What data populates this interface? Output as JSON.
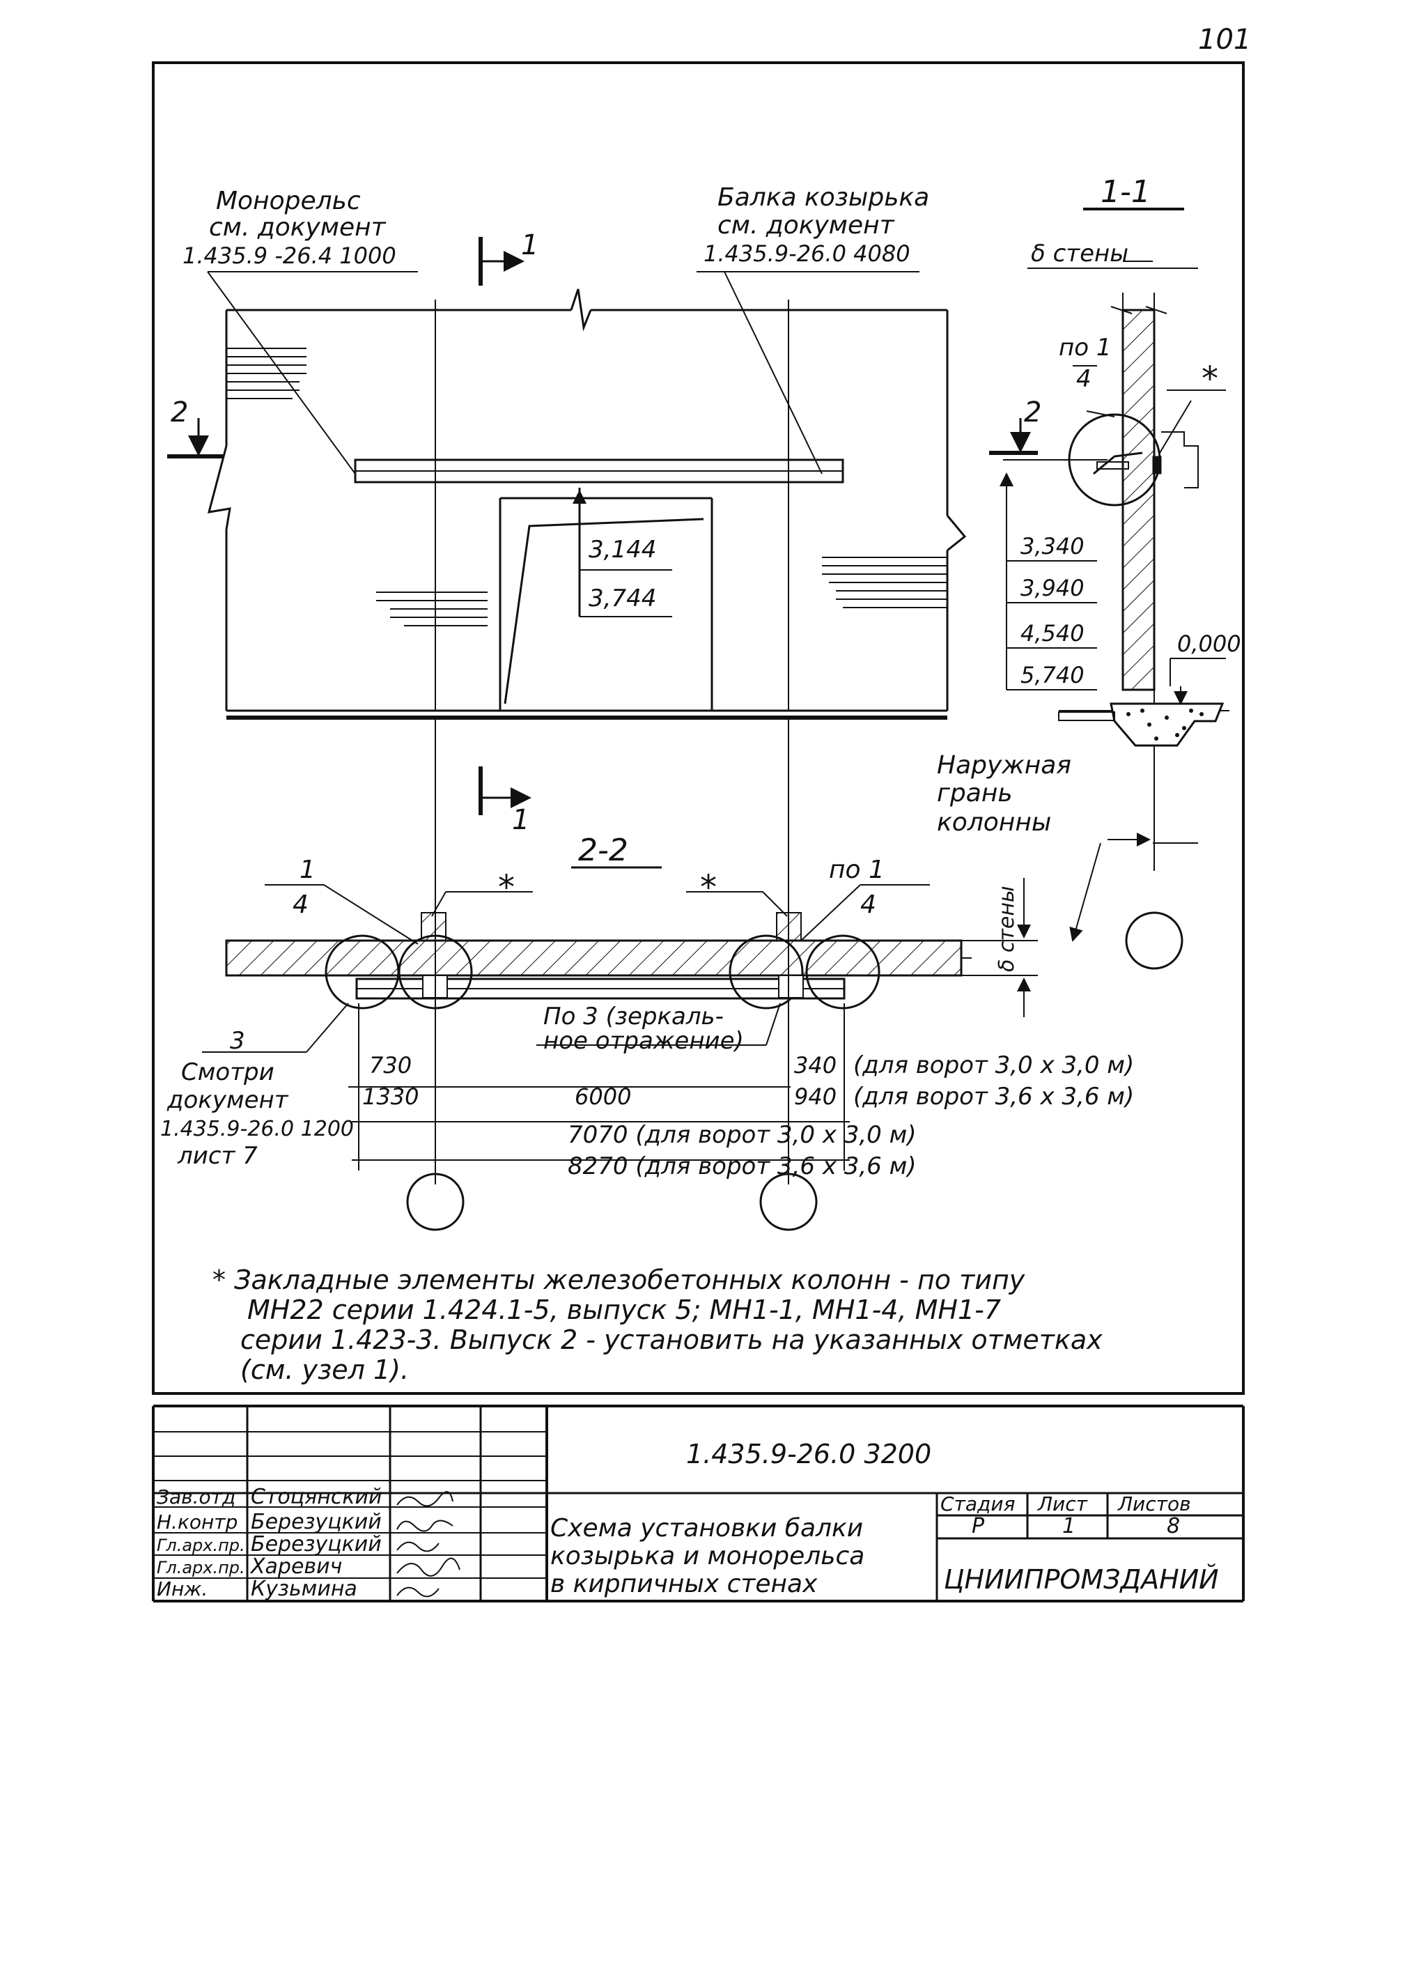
{
  "page_number": "101",
  "plan": {
    "monorail_label": [
      "Монорельс",
      "см. документ",
      "1.435.9 -26.4   1000"
    ],
    "beam_label": [
      "Балка козырька",
      "см. документ",
      "1.435.9-26.0  4080"
    ],
    "section_mark": "1",
    "section_2_mark": "2",
    "elev_1": "3,144",
    "elev_2": "3,744"
  },
  "section_1_1": {
    "title": "1-1",
    "wall_label": "δ стены",
    "node_label_top": "по 1",
    "node_label_bottom": "4",
    "asterisk": "*",
    "section_2_mark": "2",
    "elevations": [
      "3,340",
      "3,940",
      "4,540",
      "5,740"
    ],
    "zero_mark": "0,000",
    "outer_face_label": [
      "Наружная",
      "грань",
      "колонны"
    ]
  },
  "section_2_2": {
    "title": "2-2",
    "node_left_top": "1",
    "node_left_bottom": "4",
    "asterisk_left": "*",
    "asterisk_right": "*",
    "node_right_top": "по 1",
    "node_right_bottom": "4",
    "wall_label": "δ стены",
    "mirror_note": [
      "По 3 (зеркаль-",
      "ное отражение)"
    ],
    "see_doc": [
      "3",
      "Смотри",
      "документ",
      "1.435.9-26.0 1200",
      "лист 7"
    ],
    "dim_left_1": "730",
    "dim_left_2": "1330",
    "dim_mid": "6000",
    "dim_right_1": "340",
    "dim_right_2": "940",
    "gate_1": "(для ворот  3,0 х 3,0 м)",
    "gate_2": "(для ворот  3,6 х 3,6 м)",
    "total_1": "7070  (для ворот  3,0 х 3,0 м)",
    "total_2": "8270  (для ворот  3,6 х 3,6 м)"
  },
  "note": [
    "* Закладные элементы железобетонных колонн - по типу",
    "МН22 серии 1.424.1-5, выпуск 5; МН1-1, МН1-4, МН1-7",
    "серии 1.423-3. Выпуск 2 - установить на указанных отметках",
    "(см. узел 1)."
  ],
  "title_block": {
    "doc_code": "1.435.9-26.0   3200",
    "roles": [
      "Зав.отд",
      "Н.контр",
      "Гл.арх.пр.",
      "Гл.арх.пр.",
      "Инж."
    ],
    "names": [
      "Стоцянский",
      "Березуцкий",
      "Березуцкий",
      "Харевич",
      "Кузьмина"
    ],
    "drawing_title": [
      "Схема установки балки",
      "козырька и монорельса",
      "в кирпичных стенах"
    ],
    "stage_header": "Стадия",
    "sheet_header": "Лист",
    "sheets_header": "Листов",
    "stage": "Р",
    "sheet": "1",
    "sheets": "8",
    "org": "ЦНИИПРОМЗДАНИЙ"
  }
}
